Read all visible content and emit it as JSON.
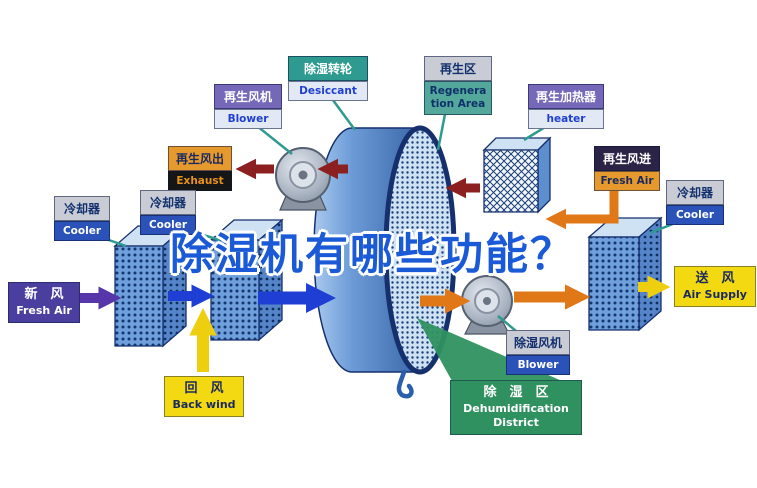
{
  "title": {
    "text": "除湿机有哪些功能？"
  },
  "labels": {
    "regen_blower": {
      "cn": "再生风机",
      "en": "Blower"
    },
    "desiccant": {
      "cn": "除湿转轮",
      "en": "Desiccant"
    },
    "regen_area": {
      "cn": "再生区",
      "en": "Regeneration Area"
    },
    "regen_heater": {
      "cn": "再生加热器",
      "en": "heater"
    },
    "exhaust": {
      "cn": "再生风出",
      "en": "Exhaust"
    },
    "regen_fresh_air": {
      "cn": "再生风进",
      "en": "Fresh Air"
    },
    "cooler_left_outer": {
      "cn": "冷却器",
      "en": "Cooler"
    },
    "cooler_left_inner": {
      "cn": "冷却器",
      "en": "Cooler"
    },
    "cooler_right": {
      "cn": "冷却器",
      "en": "Cooler"
    },
    "fresh_air_inlet": {
      "cn": "新　风",
      "en": "Fresh Air"
    },
    "air_supply": {
      "cn": "送　风",
      "en": "Air Supply"
    },
    "back_wind": {
      "cn": "回　风",
      "en": "Back wind"
    },
    "dehumid_blower": {
      "cn": "除湿风机",
      "en": "Blower"
    },
    "dehumid_district": {
      "cn": "除　湿　区",
      "en1": "Dehumidification",
      "en2": "District"
    }
  },
  "colors": {
    "title_blue": "#1b5ad6",
    "label_teal": "#2f9a8f",
    "label_purple": "#7668b8",
    "label_gray": "#c9ccd4",
    "label_royal_blue": "#2a52b8",
    "label_orange": "#e69a2e",
    "label_black": "#161616",
    "duct_yellow": "#f3d912",
    "duct_purple": "#4a3f9e",
    "district_green": "#2f9160",
    "arrow_blue": "#1f3fd4",
    "arrow_purple": "#5636a8",
    "arrow_orange": "#e07818",
    "arrow_dark_red": "#8c1f1f",
    "arrow_yellow": "#eecf10",
    "wheel_blue": "#5b8fd2"
  }
}
